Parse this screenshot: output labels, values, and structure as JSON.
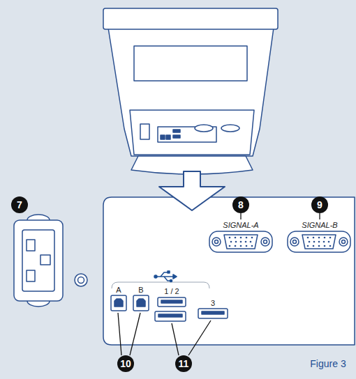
{
  "diagram": {
    "labels": [
      "7",
      "8",
      "9",
      "SIGNAL-A",
      "SIGNAL-B",
      "A",
      "B",
      "1 / 2",
      "3",
      "10",
      "11",
      "Figure 3"
    ]
  }
}
